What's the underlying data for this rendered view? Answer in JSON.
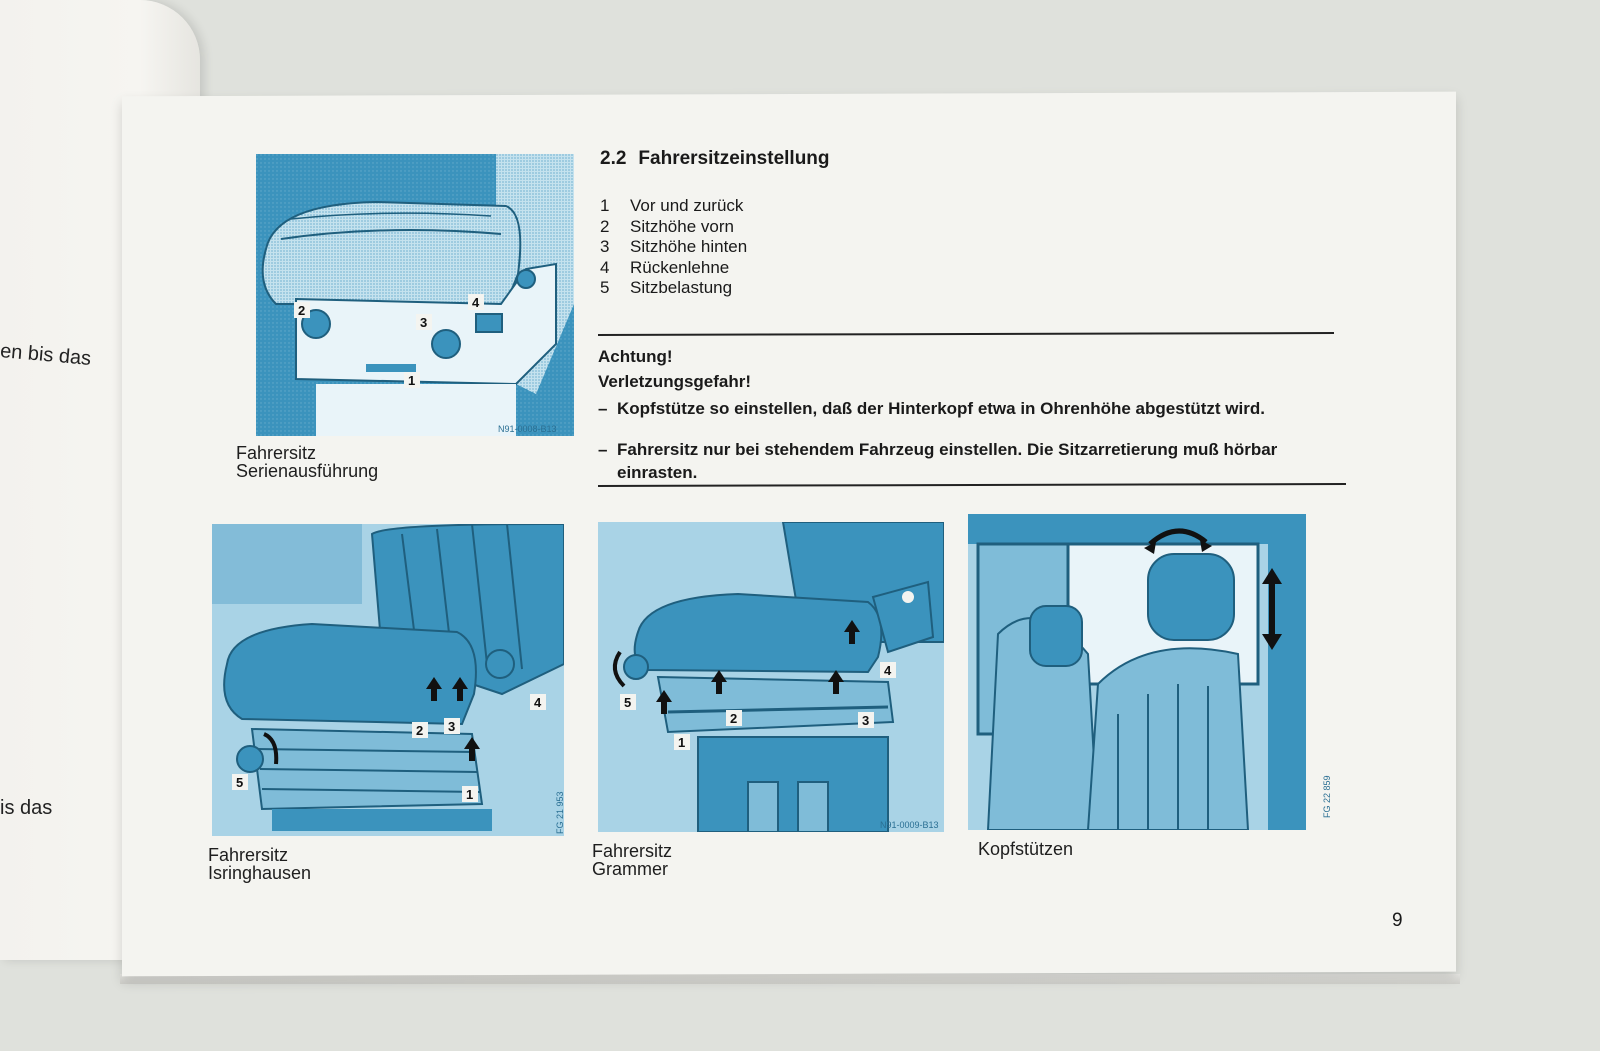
{
  "left_page": {
    "fragment_1": "en bis das",
    "fragment_2": "is das"
  },
  "section": {
    "number": "2.2",
    "title": "Fahrersitzeinstellung"
  },
  "adjustments": [
    {
      "num": "1",
      "label": "Vor und zurück"
    },
    {
      "num": "2",
      "label": "Sitzhöhe vorn"
    },
    {
      "num": "3",
      "label": "Sitzhöhe hinten"
    },
    {
      "num": "4",
      "label": "Rückenlehne"
    },
    {
      "num": "5",
      "label": "Sitzbelastung"
    }
  ],
  "warning": {
    "heading": "Achtung!",
    "subheading": "Verletzungsgefahr!",
    "items": [
      {
        "dash": "–",
        "text": "Kopfstütze so einstellen, daß der Hinterkopf etwa in Ohrenhöhe abgestützt wird."
      },
      {
        "dash": "–",
        "text": "Fahrersitz nur bei stehendem Fahrzeug einstellen. Die Sitzarretierung muß hörbar einrasten."
      }
    ]
  },
  "figures": {
    "serie": {
      "caption_line1": "Fahrersitz",
      "caption_line2": "Serienausführung",
      "code": "N91-0008-B13",
      "labels": {
        "l1": "1",
        "l2": "2",
        "l3": "3",
        "l4": "4"
      }
    },
    "isring": {
      "caption_line1": "Fahrersitz",
      "caption_line2": "Isringhausen",
      "code": "FG 21 953",
      "labels": {
        "l1": "1",
        "l2": "2",
        "l3": "3",
        "l4": "4",
        "l5": "5"
      }
    },
    "grammer": {
      "caption_line1": "Fahrersitz",
      "caption_line2": "Grammer",
      "code": "N91-0009-B13",
      "labels": {
        "l1": "1",
        "l2": "2",
        "l3": "3",
        "l4": "4",
        "l5": "5"
      }
    },
    "kopf": {
      "caption_line1": "Kopfstützen",
      "code": "FG 22 859"
    }
  },
  "page_number": "9",
  "colors": {
    "illustration_blue": "#3b93bd",
    "illustration_light": "#a9d3e6",
    "page": "#f4f4f0",
    "ink": "#1a1a1a"
  }
}
